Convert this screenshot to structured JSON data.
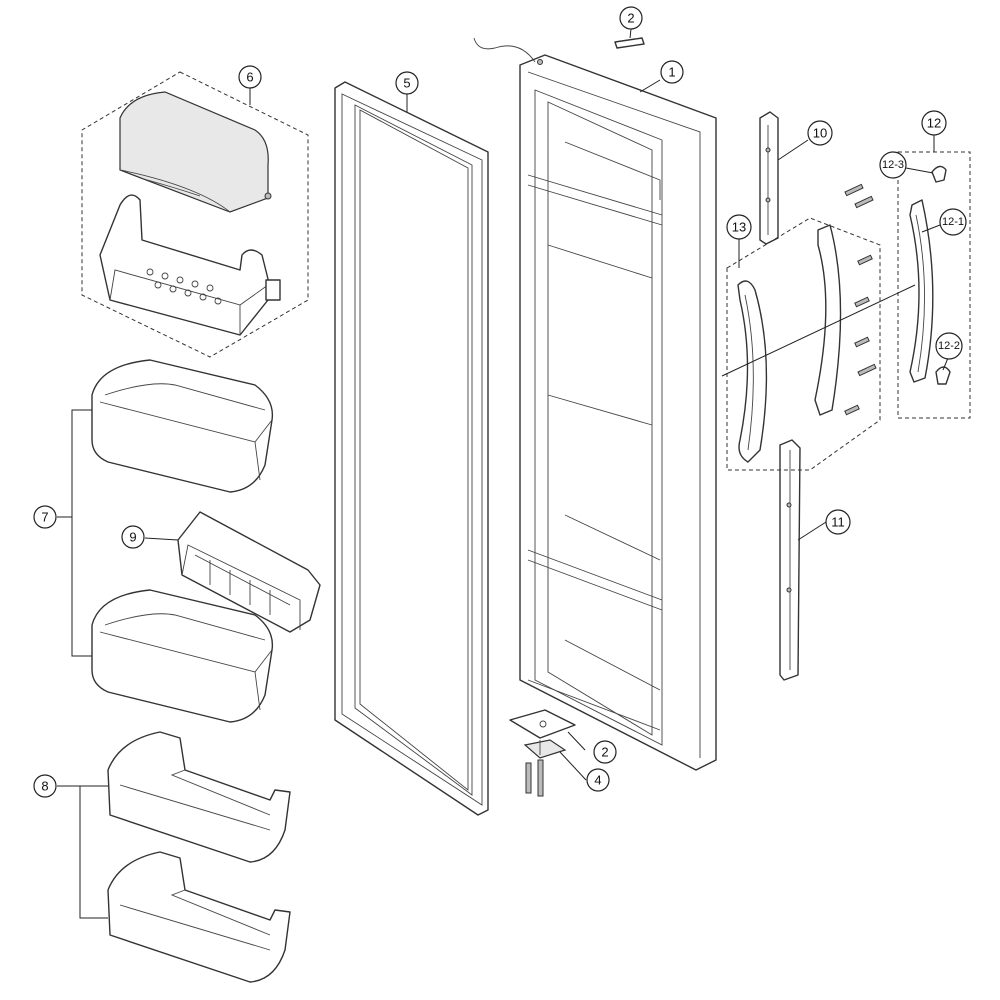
{
  "callouts": {
    "c1": "1",
    "c2_top": "2",
    "c2_hinge": "2",
    "c4": "4",
    "c5": "5",
    "c6": "6",
    "c7": "7",
    "c8": "8",
    "c9": "9",
    "c10": "10",
    "c11": "11",
    "c12": "12",
    "c12_1": "12-1",
    "c12_2": "12-2",
    "c12_3": "12-3",
    "c13": "13"
  },
  "colors": {
    "line": "#333333",
    "background": "#ffffff",
    "shade": "#e8e8e8"
  }
}
